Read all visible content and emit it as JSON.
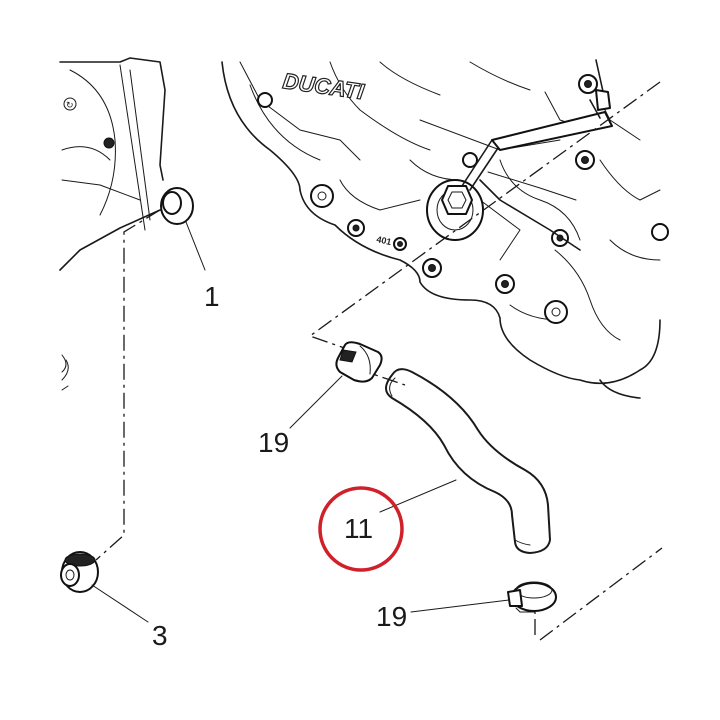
{
  "diagram": {
    "callouts": {
      "p1": "1",
      "p3": "3",
      "p11": "11",
      "p19_top": "19",
      "p19_bottom": "19"
    },
    "engine_logo_text": "DUCATI",
    "casting_stamp": "401",
    "highlight_color": "#d0202a"
  }
}
